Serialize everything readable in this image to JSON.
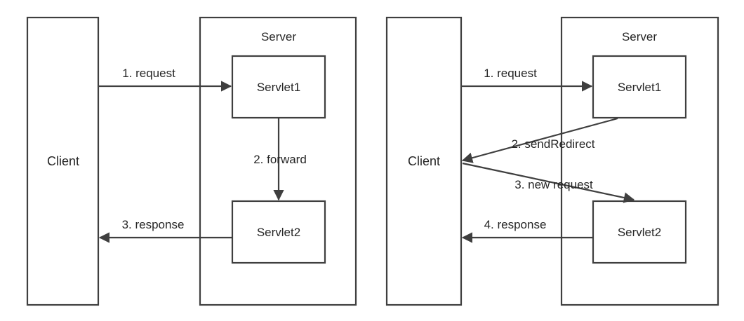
{
  "diagram": {
    "title": "Servlet forward vs sendRedirect",
    "stroke_color": "#3f3f3f",
    "text_color": "#262626",
    "background_color": "#ffffff",
    "panels": [
      {
        "id": "forward",
        "client": {
          "label": "Client"
        },
        "server": {
          "label": "Server"
        },
        "servlets": [
          {
            "label": "Servlet1"
          },
          {
            "label": "Servlet2"
          }
        ],
        "flows": [
          {
            "step": "1",
            "label": "1. request",
            "from": "Client",
            "to": "Servlet1",
            "direction": "right"
          },
          {
            "step": "2",
            "label": "2. forward",
            "from": "Servlet1",
            "to": "Servlet2",
            "direction": "down"
          },
          {
            "step": "3",
            "label": "3. response",
            "from": "Servlet2",
            "to": "Client",
            "direction": "left"
          }
        ]
      },
      {
        "id": "sendRedirect",
        "client": {
          "label": "Client"
        },
        "server": {
          "label": "Server"
        },
        "servlets": [
          {
            "label": "Servlet1"
          },
          {
            "label": "Servlet2"
          }
        ],
        "flows": [
          {
            "step": "1",
            "label": "1. request",
            "from": "Client",
            "to": "Servlet1",
            "direction": "right"
          },
          {
            "step": "2",
            "label": "2. sendRedirect",
            "from": "Servlet1",
            "to": "Client",
            "direction": "diagonal-left"
          },
          {
            "step": "3",
            "label": "3. new request",
            "from": "Client",
            "to": "Servlet2",
            "direction": "diagonal-right"
          },
          {
            "step": "4",
            "label": "4. response",
            "from": "Servlet2",
            "to": "Client",
            "direction": "left"
          }
        ]
      }
    ]
  }
}
